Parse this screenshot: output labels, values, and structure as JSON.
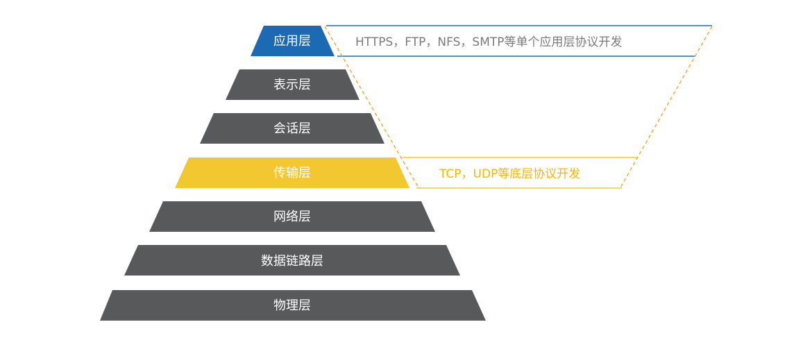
{
  "colors": {
    "layer_default": "#58595b",
    "layer_application": "#1d6ab4",
    "layer_transport": "#f2c72f",
    "label_text": "#ffffff",
    "application_note_line": "#1d6ab4",
    "application_note_text": "#7a7a7a",
    "transport_note_line": "#f2c72f",
    "transport_note_text": "#f2b705",
    "connector_dashed": "#f2a93b",
    "background": "#ffffff"
  },
  "layers": [
    {
      "id": "application",
      "label": "应用层",
      "highlight": "application"
    },
    {
      "id": "presentation",
      "label": "表示层",
      "highlight": "none"
    },
    {
      "id": "session",
      "label": "会话层",
      "highlight": "none"
    },
    {
      "id": "transport",
      "label": "传输层",
      "highlight": "transport"
    },
    {
      "id": "network",
      "label": "网络层",
      "highlight": "none"
    },
    {
      "id": "data-link",
      "label": "数据链路层",
      "highlight": "none"
    },
    {
      "id": "physical",
      "label": "物理层",
      "highlight": "none"
    }
  ],
  "notes": {
    "application": {
      "text": "HTTPS，FTP，NFS，SMTP等单个应用层协议开发"
    },
    "transport": {
      "text": "TCP，UDP等底层协议开发"
    }
  }
}
